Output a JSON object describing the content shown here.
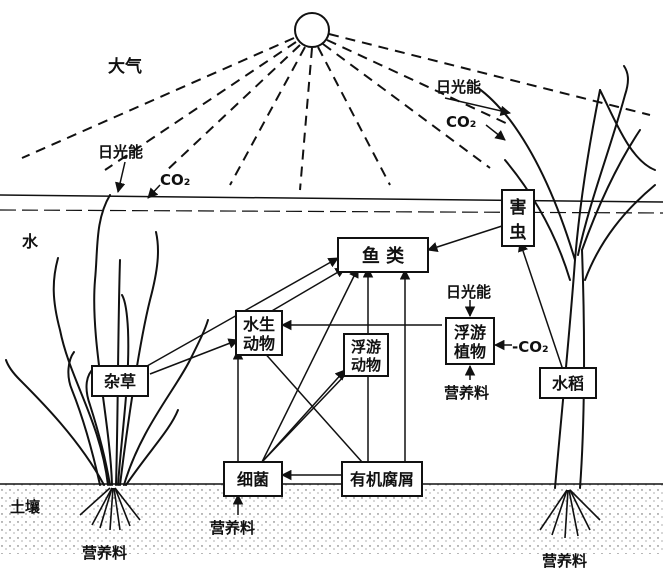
{
  "labels": {
    "atmosphere": "大气",
    "water": "水",
    "soil": "土壤",
    "sunlight_left": "日光能",
    "sunlight_right": "日光能",
    "sunlight_plankton": "日光能",
    "co2_left": "CO₂",
    "co2_right": "CO₂",
    "co2_plankton": "-CO₂",
    "nutrients_left": "营养料",
    "nutrients_bottom": "营养料",
    "nutrients_plankton": "营养料",
    "nutrients_right": "营养料"
  },
  "boxes": {
    "fish": "鱼  类",
    "pest_line1": "害",
    "pest_line2": "虫",
    "aquatic_animal_line1": "水生",
    "aquatic_animal_line2": "动物",
    "zooplankton_line1": "浮游",
    "zooplankton_line2": "动物",
    "phytoplankton_line1": "浮游",
    "phytoplankton_line2": "植物",
    "weeds": "杂草",
    "rice": "水稻",
    "bacteria": "细菌",
    "detritus": "有机腐屑"
  }
}
